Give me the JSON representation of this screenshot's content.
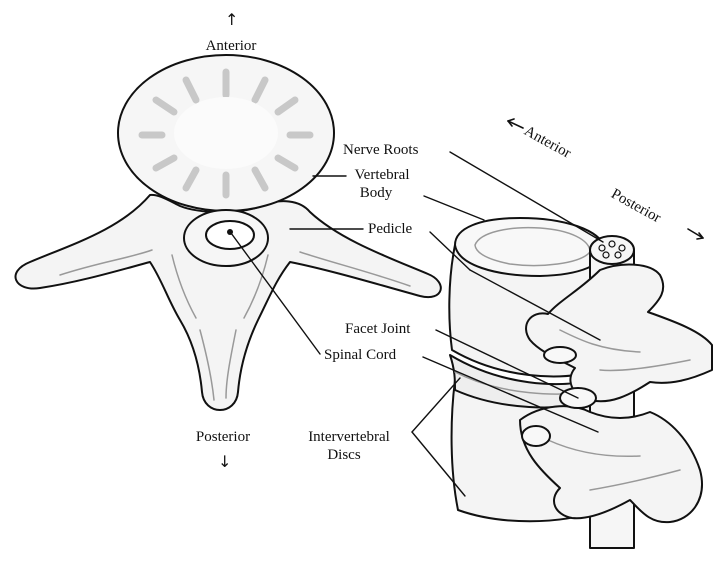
{
  "labels": {
    "anterior_top": "Anterior",
    "posterior_bottom": "Posterior",
    "nerve_roots": "Nerve Roots",
    "vertebral_body_line1": "Vertebral",
    "vertebral_body_line2": "Body",
    "pedicle": "Pedicle",
    "facet_joint": "Facet Joint",
    "spinal_cord": "Spinal Cord",
    "intervertebral_line1": "Intervertebral",
    "intervertebral_line2": "Discs",
    "anterior_side": "Anterior",
    "posterior_side": "Posterior"
  },
  "arrows": {
    "up": "↑",
    "down": "↓"
  },
  "colors": {
    "ink": "#111111",
    "bone_fill": "#f4f4f4",
    "shade": "#bdbdbd"
  }
}
